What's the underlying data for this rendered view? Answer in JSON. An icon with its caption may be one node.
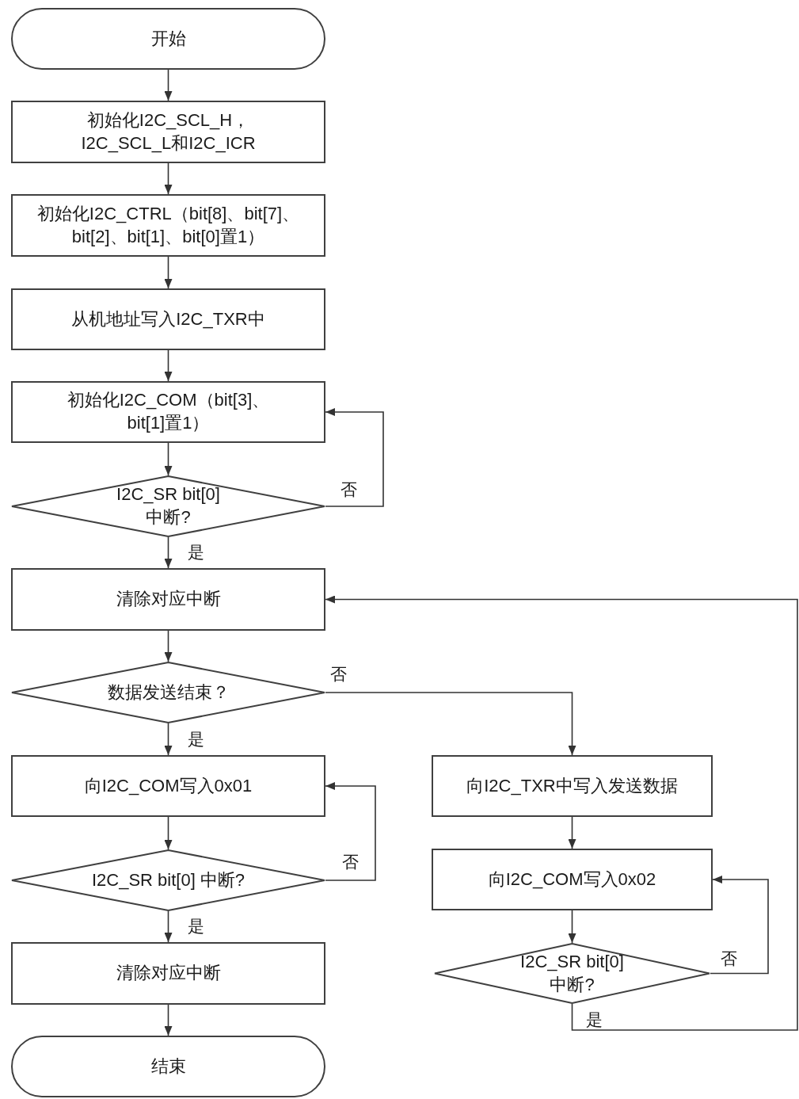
{
  "diagram": {
    "nodes": [
      {
        "text": [
          "开始"
        ]
      },
      {
        "text": [
          "初始化I2C_SCL_H，I2C_SCL_L和I2C_ICR"
        ]
      },
      {
        "text": [
          "初始化I2C_CTRL（bit[8]、bit[7]、bit[2]、bit[1]、bit[0]置1）"
        ]
      },
      {
        "text": [
          "从机地址写入I2C_TXR中"
        ]
      },
      {
        "text": [
          "初始化I2C_COM（bit[3]、bit[1]置1）"
        ]
      },
      {
        "text": [
          "I2C_SR bit[0]中断?"
        ]
      },
      {
        "text": [
          "清除对应中断"
        ]
      },
      {
        "text": [
          "数据发送结束？"
        ]
      },
      {
        "text": [
          "向I2C_COM写入0x01"
        ]
      },
      {
        "text": [
          "I2C_SR bit[0] 中断?"
        ]
      },
      {
        "text": [
          "清除对应中断"
        ]
      },
      {
        "text": [
          "结束"
        ]
      },
      {
        "text": [
          "向I2C_TXR中写入发送数据"
        ]
      },
      {
        "text": [
          "向I2C_COM写入0x02"
        ]
      },
      {
        "text": [
          "I2C_SR bit[0]中断?"
        ]
      }
    ],
    "edges": [
      {
        "from": 0,
        "to": 1,
        "arrow": "to"
      },
      {
        "from": 1,
        "to": 2,
        "arrow": "to"
      },
      {
        "from": 2,
        "to": 3,
        "arrow": "to"
      },
      {
        "from": 3,
        "to": 4,
        "arrow": "to"
      },
      {
        "from": 4,
        "to": 5,
        "arrow": "to"
      },
      {
        "from": 5,
        "to": 4,
        "arrow": "to",
        "label": "否"
      },
      {
        "from": 5,
        "to": 6,
        "arrow": "to",
        "label": "是"
      },
      {
        "from": 6,
        "to": 7,
        "arrow": "to"
      },
      {
        "from": 7,
        "to": 8,
        "arrow": "to",
        "label": "是"
      },
      {
        "from": 7,
        "to": 12,
        "arrow": "to",
        "label": "否"
      },
      {
        "from": 8,
        "to": 9,
        "arrow": "to"
      },
      {
        "from": 9,
        "to": 8,
        "arrow": "to",
        "label": "否"
      },
      {
        "from": 9,
        "to": 10,
        "arrow": "to",
        "label": "是"
      },
      {
        "from": 10,
        "to": 11,
        "arrow": "to"
      },
      {
        "from": 12,
        "to": 13,
        "arrow": "to"
      },
      {
        "from": 13,
        "to": 14,
        "arrow": "to"
      },
      {
        "from": 14,
        "to": 13,
        "arrow": "to",
        "label": "否"
      },
      {
        "from": 14,
        "to": 6,
        "arrow": "to",
        "label": "是"
      }
    ]
  }
}
